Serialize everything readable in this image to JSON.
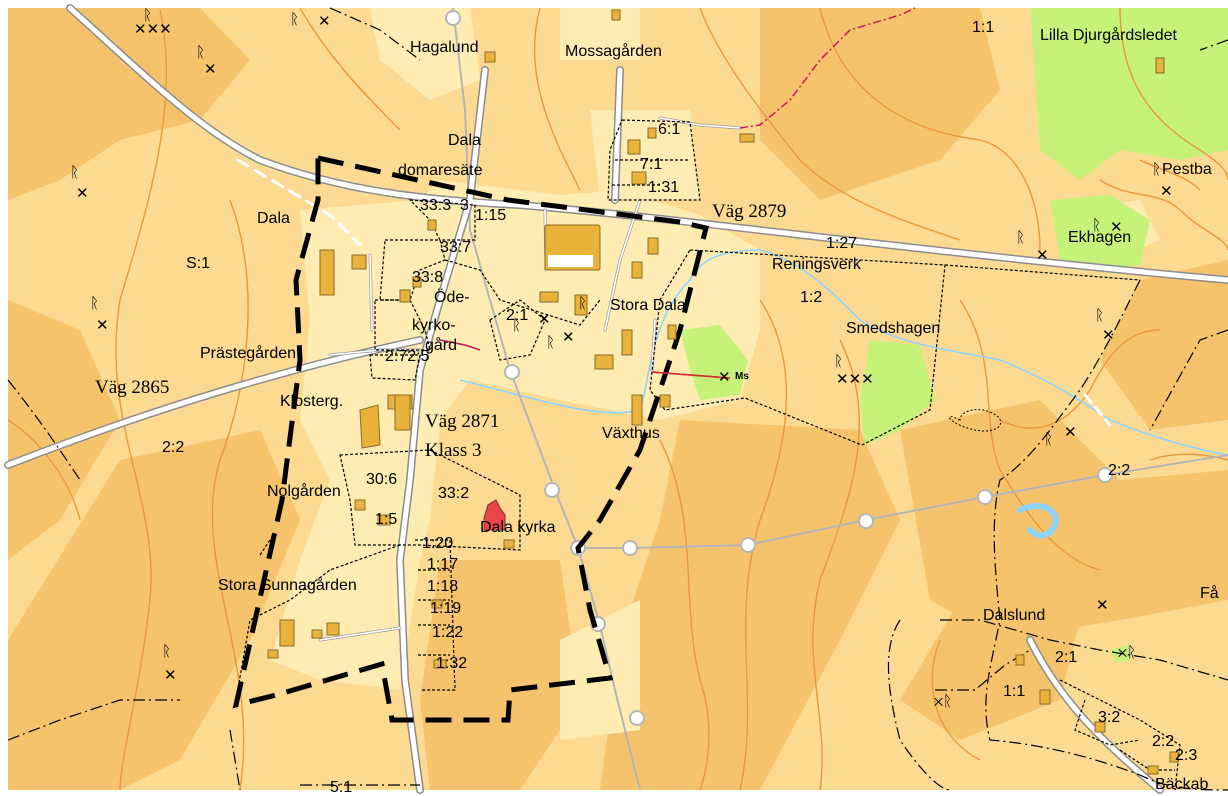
{
  "colors": {
    "land": "#FCDA92",
    "land_dark": "#F6C36D",
    "village": "#FFECB3",
    "forest": "#C6F27A",
    "water": "#8FD3FF",
    "road": "#FFFFFF",
    "road_casing": "#8C8C8C",
    "building": "#E9B33B",
    "church": "#E8454D",
    "contour": "#E6973C",
    "boundary": "#000000",
    "powerline": "#B5B5B5"
  },
  "icons": {
    "monument": "monument-icon",
    "grave": "grave-icon",
    "power_pylon": "power-pylon-icon",
    "mast": "mast-icon"
  },
  "labels": {
    "hagalund": "Hagalund",
    "mossagarden": "Mossagården",
    "lilla_djurgardsledet": "Lilla Djurgårdsledet",
    "dala_domaresate_1": "Dala",
    "dala_domaresate_2": "domaresäte",
    "dala": "Dala",
    "s1": "S:1",
    "prastegarden": "Prästegården",
    "klosterg": "Klosterg.",
    "vag2865": "Väg 2865",
    "vag2871": "Väg 2871",
    "klass3": "Klass 3",
    "vag2879": "Väg 2879",
    "reningsverk": "Reningsverk",
    "stora_dala": "Stora Dala",
    "smedshagen": "Smedshagen",
    "ekhagen": "Ekhagen",
    "pestba": "Pestba",
    "vaxthus": "Växthus",
    "nolgarden": "Nolgården",
    "dala_kyrka": "Dala kyrka",
    "stora_sunnagarden": "Stora Sunnagården",
    "dalslund": "Dalslund",
    "backab": "Bäckab",
    "fa": "Få",
    "oderkyrkogard_1": "Öde-",
    "oderkyrkogard_2": "kyrko-",
    "oderkyrkogard_3": "gård",
    "mast": "Ms"
  },
  "parcels": {
    "p11": "1:1",
    "p61": "6:1",
    "p71": "7:1",
    "p131": "1:31",
    "p3333": "33:3",
    "p3": "3",
    "p115": "1:15",
    "p337": "33:7",
    "p338": "33:8",
    "p21": "2:1",
    "p127": "1:27",
    "p12": "1:2",
    "p2725": "2:72:5",
    "p22": "2:2",
    "p306": "30:6",
    "p332": "33:2",
    "p15": "1:5",
    "p120": "1:20",
    "p117": "1:17",
    "p118": "1:18",
    "p119": "1:19",
    "p122": "1:22",
    "p132": "1:32",
    "p22e": "2:2",
    "p21e": "2:1",
    "p11e": "1:1",
    "p32": "3:2",
    "p22s": "2:2",
    "p23": "2:3",
    "p51": "5:1"
  }
}
